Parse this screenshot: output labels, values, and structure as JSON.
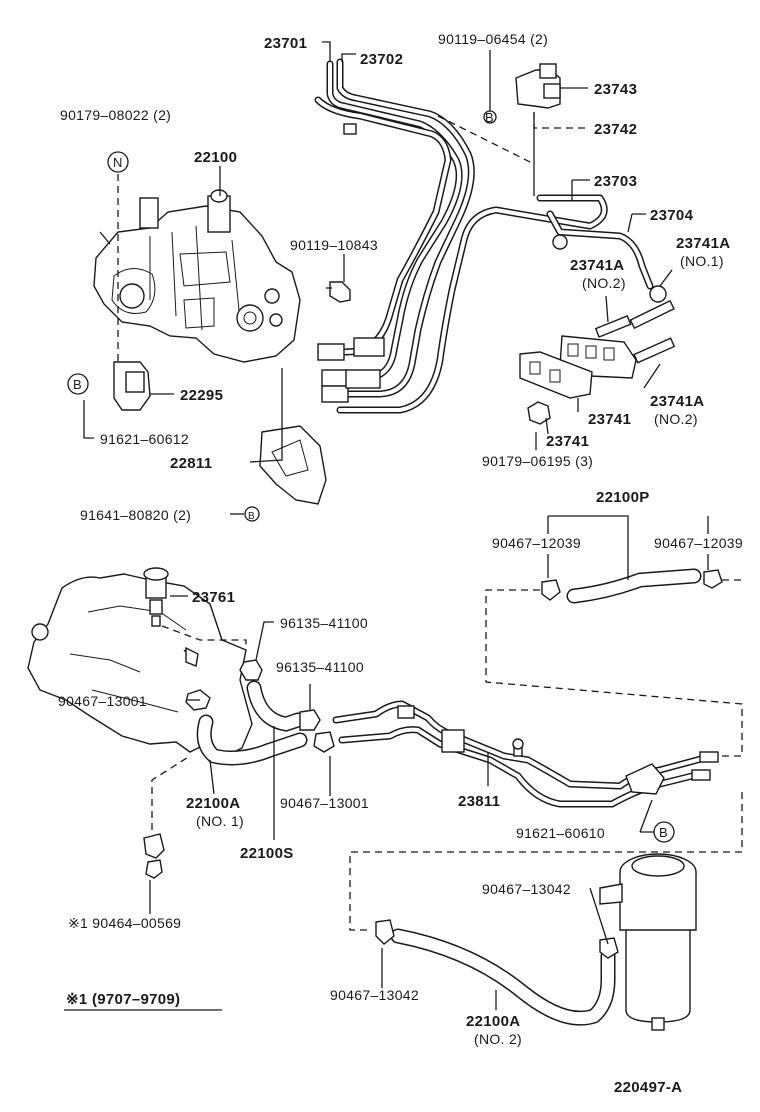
{
  "diagram_id": "220497-A",
  "footnote": "※1  (9707–9709)",
  "markers": {
    "b": "B",
    "n": "N"
  },
  "labels": {
    "p23701": "23701",
    "p23702": "23702",
    "p90119_06454": "90119–06454 (2)",
    "p23743": "23743",
    "p23742": "23742",
    "p23703": "23703",
    "p23704": "23704",
    "p23741a_no1": "23741A",
    "p23741a_no1_sub": "(NO.1)",
    "p23741a_no2_top": "23741A",
    "p23741a_no2_top_sub": "(NO.2)",
    "p23741a_no2_bot": "23741A",
    "p23741a_no2_bot_sub": "(NO.2)",
    "p23741_a": "23741",
    "p23741_b": "23741",
    "p90179_06195": "90179–06195 (3)",
    "p90179_08022": "90179–08022 (2)",
    "p22100": "22100",
    "p90119_10843": "90119–10843",
    "p22295": "22295",
    "p91621_60612": "91621–60612",
    "p22811": "22811",
    "p91641_80820": "91641–80820 (2)",
    "p22100p": "22100P",
    "p90467_12039_l": "90467–12039",
    "p90467_12039_r": "90467–12039",
    "p23761": "23761",
    "p96135_41100_a": "96135–41100",
    "p96135_41100_b": "96135–41100",
    "p90467_13001_a": "90467–13001",
    "p90467_13001_b": "90467–13001",
    "p23811": "23811",
    "p91621_60610": "91621–60610",
    "p22100a_no1": "22100A",
    "p22100a_no1_sub": "(NO. 1)",
    "p22100s": "22100S",
    "p90464_00569": "※1  90464–00569",
    "p90467_13042_a": "90467–13042",
    "p90467_13042_b": "90467–13042",
    "p22100a_no2": "22100A",
    "p22100a_no2_sub": "(NO. 2)"
  }
}
